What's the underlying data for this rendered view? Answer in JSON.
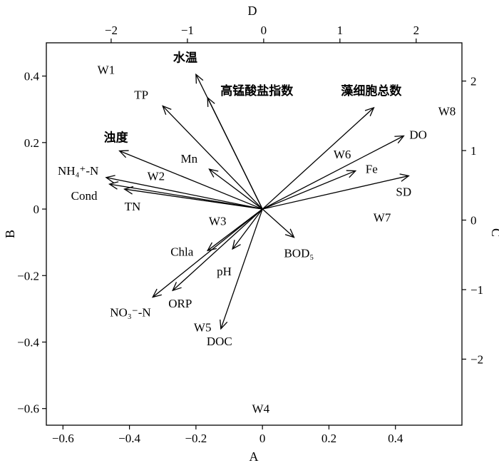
{
  "chart_data": {
    "type": "scatter",
    "subtype": "biplot",
    "title": "",
    "axes": {
      "bottom": {
        "label": "A",
        "range": [
          -0.65,
          0.6
        ],
        "ticks": [
          -0.6,
          -0.4,
          -0.2,
          0,
          0.2,
          0.4
        ],
        "tick_labels": [
          "−0.6",
          "−0.4",
          "−0.2",
          "0",
          "0.2",
          "0.4"
        ]
      },
      "left": {
        "label": "B",
        "range": [
          -0.65,
          0.5
        ],
        "ticks": [
          -0.6,
          -0.4,
          -0.2,
          0,
          0.2,
          0.4
        ],
        "tick_labels": [
          "−0.6",
          "−0.4",
          "−0.2",
          "0",
          "0.2",
          "0.4"
        ]
      },
      "top": {
        "label": "D",
        "range": [
          -2.85,
          2.6
        ],
        "ticks": [
          -2,
          -1,
          0,
          1,
          2
        ],
        "tick_labels": [
          "−2",
          "−1",
          "0",
          "1",
          "2"
        ]
      },
      "right": {
        "label": "C",
        "range": [
          -2.95,
          2.55
        ],
        "ticks": [
          -2,
          -1,
          0,
          1,
          2
        ],
        "tick_labels": [
          "−2",
          "−1",
          "0",
          "1",
          "2"
        ]
      }
    },
    "grid": false,
    "vectors": [
      {
        "label": "水温",
        "cjk": true,
        "x": -0.2,
        "y": 0.405
      },
      {
        "label": "TP",
        "cjk": false,
        "x": -0.3,
        "y": 0.31
      },
      {
        "label": "高锰酸盐指数",
        "cjk": true,
        "x": -0.165,
        "y": 0.335
      },
      {
        "label": "藻细胞总数",
        "cjk": true,
        "x": 0.335,
        "y": 0.305
      },
      {
        "label": "DO",
        "cjk": false,
        "x": 0.425,
        "y": 0.22
      },
      {
        "label": "Fe",
        "cjk": false,
        "x": 0.28,
        "y": 0.115
      },
      {
        "label": "SD",
        "cjk": false,
        "x": 0.44,
        "y": 0.1
      },
      {
        "label": "Mn",
        "cjk": false,
        "x": -0.16,
        "y": 0.12
      },
      {
        "label": "浊度",
        "cjk": true,
        "x": -0.43,
        "y": 0.175
      },
      {
        "label": "NH₄⁺-N",
        "cjk": false,
        "x": -0.47,
        "y": 0.095
      },
      {
        "label": "Cond",
        "cjk": false,
        "x": -0.46,
        "y": 0.075
      },
      {
        "label": "TN",
        "cjk": false,
        "x": -0.415,
        "y": 0.06
      },
      {
        "label": "BOD₅",
        "cjk": false,
        "x": 0.095,
        "y": -0.085
      },
      {
        "label": "Chla",
        "cjk": false,
        "x": -0.165,
        "y": -0.125
      },
      {
        "label": "pH",
        "cjk": false,
        "x": -0.09,
        "y": -0.12
      },
      {
        "label": "ORP",
        "cjk": false,
        "x": -0.27,
        "y": -0.245
      },
      {
        "label": "NO₃⁻-N",
        "cjk": false,
        "x": -0.33,
        "y": -0.265
      },
      {
        "label": "DOC",
        "cjk": false,
        "x": -0.125,
        "y": -0.36
      }
    ],
    "sites": [
      {
        "label": "W1",
        "x": -0.47,
        "y": 0.42
      },
      {
        "label": "W2",
        "x": -0.32,
        "y": 0.1
      },
      {
        "label": "W3",
        "x": -0.135,
        "y": -0.035
      },
      {
        "label": "W4",
        "x": -0.005,
        "y": -0.6
      },
      {
        "label": "W5",
        "x": -0.18,
        "y": -0.355
      },
      {
        "label": "W6",
        "x": 0.24,
        "y": 0.165
      },
      {
        "label": "W7",
        "x": 0.36,
        "y": -0.025
      },
      {
        "label": "W8",
        "x": 0.555,
        "y": 0.295
      }
    ]
  }
}
